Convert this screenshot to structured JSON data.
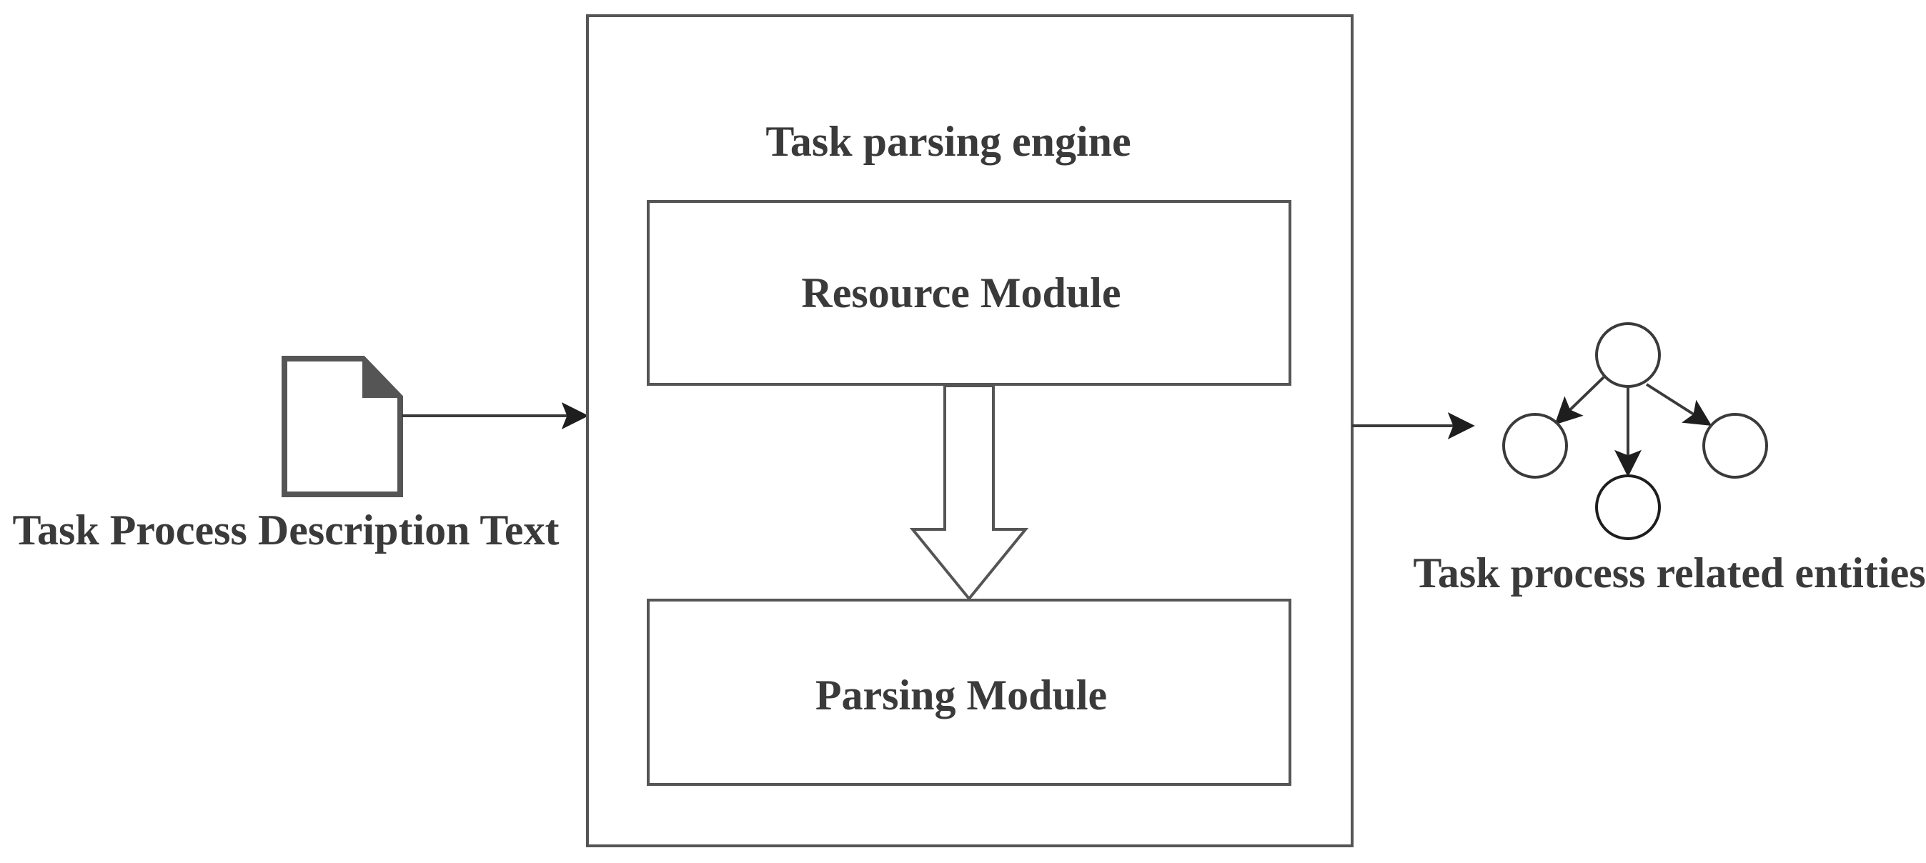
{
  "diagram": {
    "input": {
      "label": "Task Process Description Text",
      "icon": "document-icon"
    },
    "engine": {
      "title": "Task parsing engine",
      "modules": {
        "resource": "Resource Module",
        "parsing": "Parsing Module"
      }
    },
    "output": {
      "label": "Task process related entities",
      "icon": "tree-graph-icon"
    }
  }
}
